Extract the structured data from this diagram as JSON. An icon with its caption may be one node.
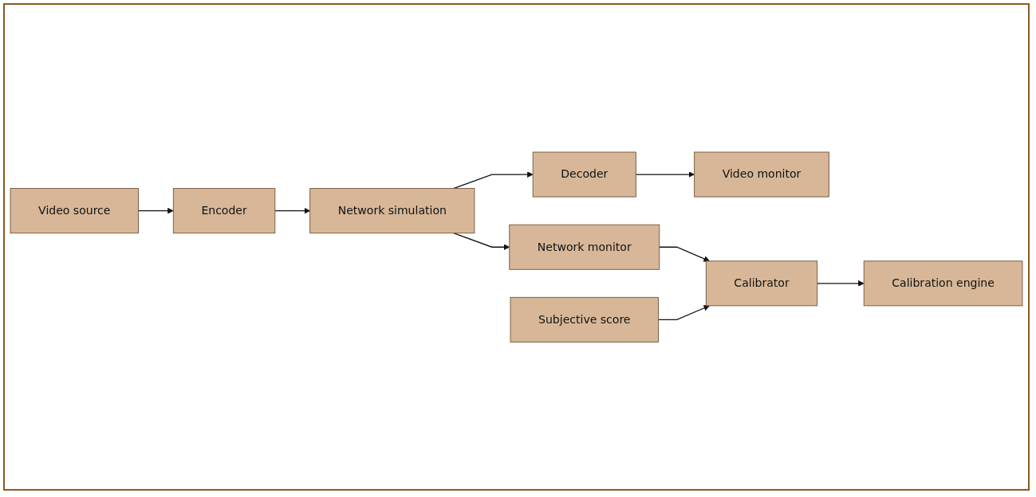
{
  "diagram": {
    "nodes": [
      {
        "text": [
          "Video source"
        ]
      },
      {
        "text": [
          "Encoder"
        ]
      },
      {
        "text": [
          "Network simulation"
        ]
      },
      {
        "text": [
          "Decoder"
        ]
      },
      {
        "text": [
          "Video monitor"
        ]
      },
      {
        "text": [
          "Network monitor"
        ]
      },
      {
        "text": [
          "Calibrator"
        ]
      },
      {
        "text": [
          "Calibration engine"
        ]
      },
      {
        "text": [
          "Subjective score"
        ]
      }
    ],
    "edges": [
      {
        "from": 0,
        "to": 1,
        "arrow": "to"
      },
      {
        "from": 1,
        "to": 2,
        "arrow": "to"
      },
      {
        "from": 2,
        "to": 3,
        "arrow": "to"
      },
      {
        "from": 2,
        "to": 5,
        "arrow": "to"
      },
      {
        "from": 3,
        "to": 4,
        "arrow": "to"
      },
      {
        "from": 5,
        "to": 6,
        "arrow": "to"
      },
      {
        "from": 8,
        "to": 6,
        "arrow": "to"
      },
      {
        "from": 6,
        "to": 7,
        "arrow": "to"
      }
    ]
  }
}
